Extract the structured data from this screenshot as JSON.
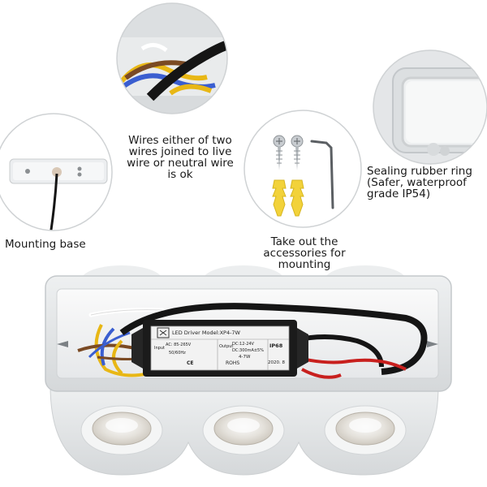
{
  "captions": {
    "wires": [
      "Wires either of two",
      "wires joined to live",
      "wire or neutral wire",
      "is ok"
    ],
    "mounting": [
      "Mounting base"
    ],
    "accessories": [
      "Take out the",
      "accessories for",
      "mounting"
    ],
    "sealing": [
      "Sealing rubber ring",
      "(Safer, waterproof",
      "grade IP54)"
    ]
  },
  "driver_label": {
    "brand": "LED Driver Model:XP4-7W",
    "input": "Input",
    "input_spec": "AC: 85-265V",
    "input_freq": "50/60Hz",
    "output": "Output",
    "output_spec": "DC:12-24V",
    "output_current": "DC:300mA±5%",
    "power": "4-7W",
    "ip": "IP68",
    "cert": "ROHS",
    "ce": "CE",
    "date": "2020. 8"
  },
  "colors": {
    "housing": "#e4e6e8",
    "driver_body": "#1b1b1b",
    "label_bg": "#f2f2f2",
    "anchor_yellow": "#f2d23a",
    "wire_yellow": "#e8b715",
    "wire_blue": "#3a5ed0",
    "wire_brown": "#7a4a24",
    "wire_red": "#c8201e",
    "wire_black": "#151515"
  }
}
